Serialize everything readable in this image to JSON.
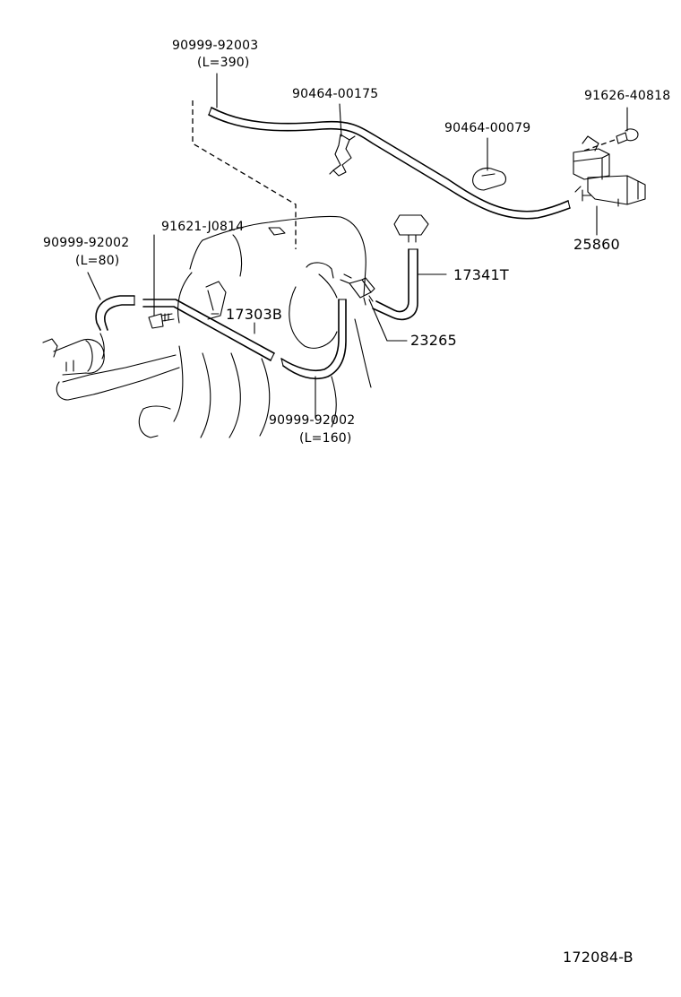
{
  "diagram": {
    "callouts": {
      "hose_top": {
        "part": "90999-92003",
        "length": "(L=390)"
      },
      "clamp_upper": {
        "part": "90464-00175"
      },
      "clamp_right": {
        "part": "90464-00079"
      },
      "screw_top_right": {
        "part": "91626-40818"
      },
      "valve_vsv": {
        "part": "25860"
      },
      "hose_vertical": {
        "part": "17341T"
      },
      "fitting": {
        "part": "23265"
      },
      "pipe_lower": {
        "part": "17303B"
      },
      "bolt_left": {
        "part": "91621-J0814"
      },
      "hose_short": {
        "part": "90999-92002",
        "length": "(L=80)"
      },
      "hose_long": {
        "part": "90999-92002",
        "length": "(L=160)"
      }
    },
    "figure_id": "172084-B"
  }
}
